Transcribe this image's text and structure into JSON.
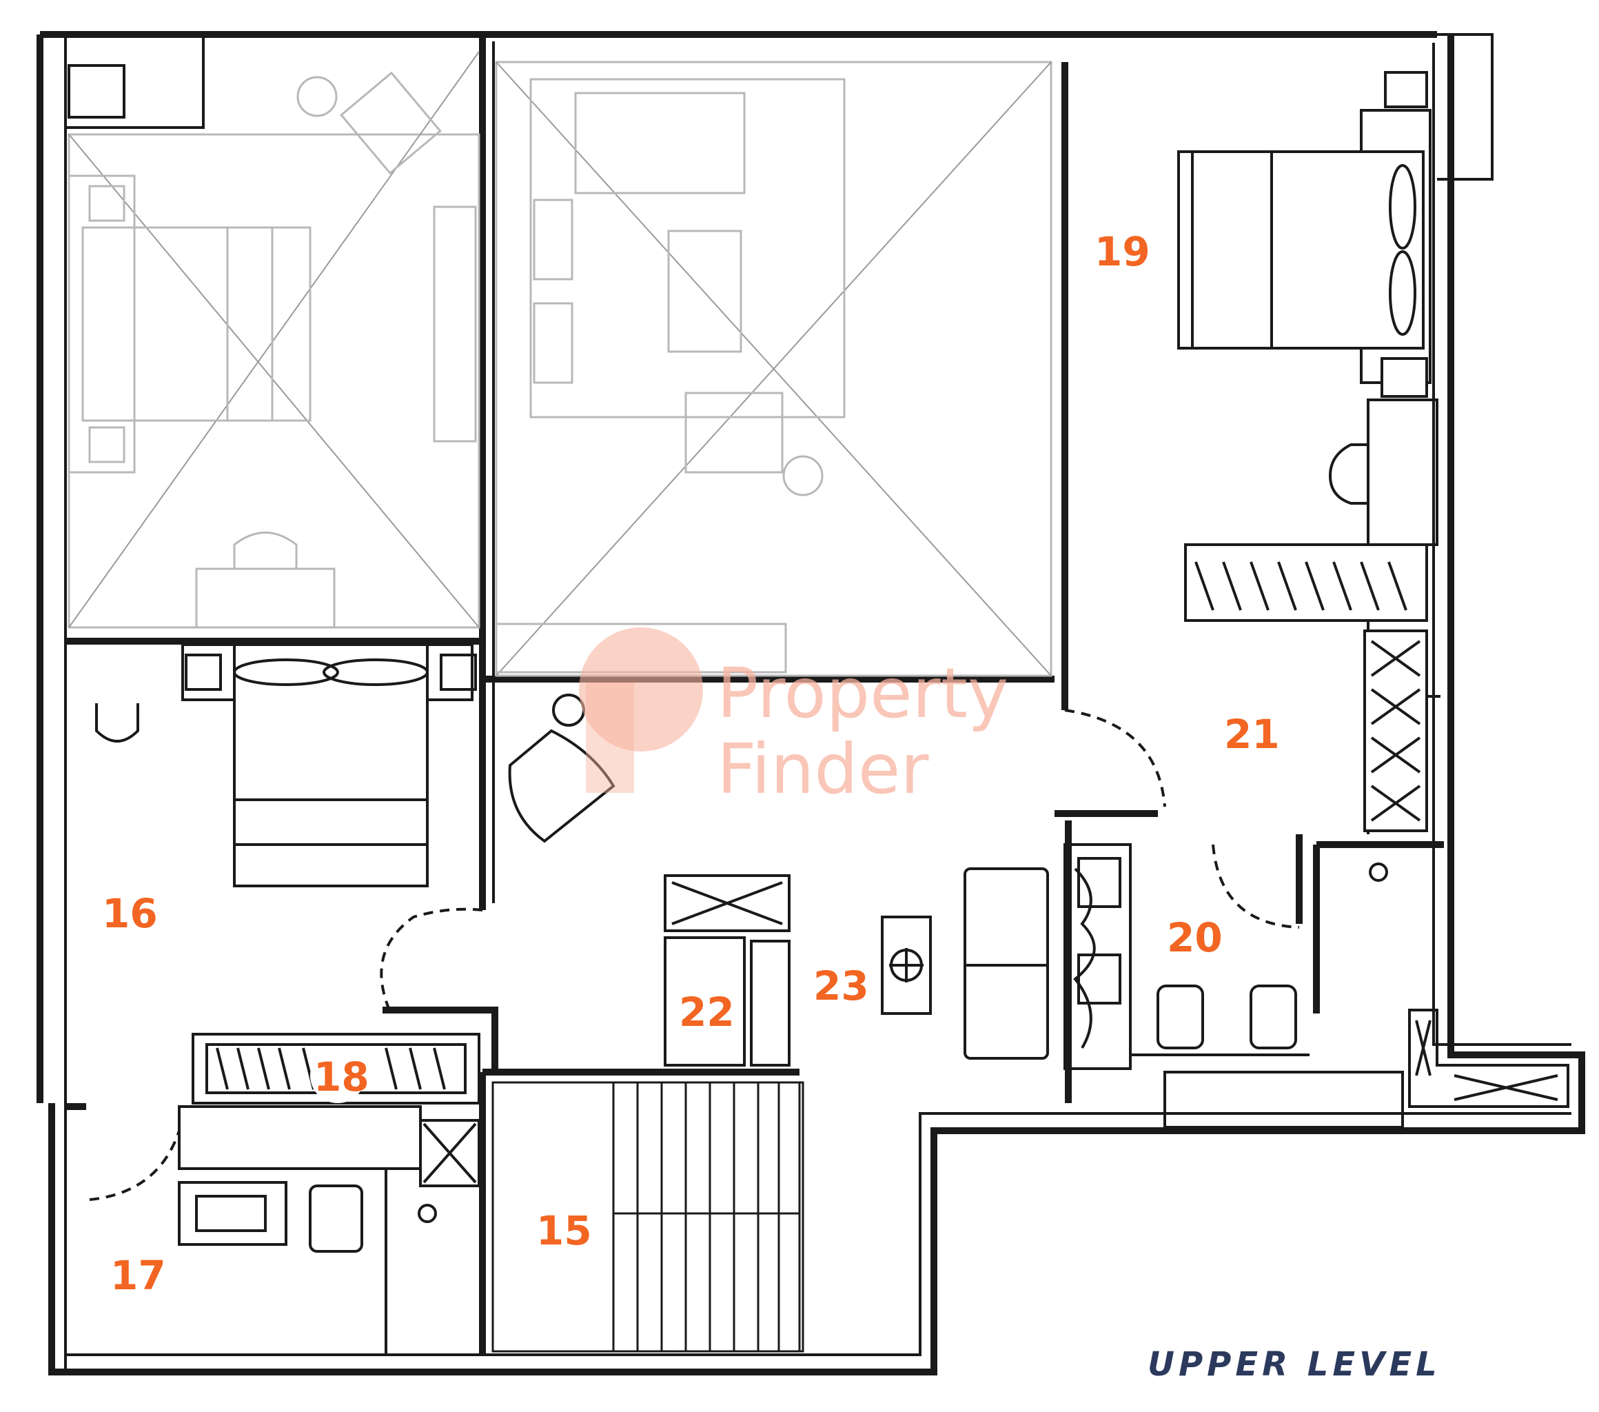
{
  "rooms": [
    {
      "number": "15"
    },
    {
      "number": "16"
    },
    {
      "number": "17"
    },
    {
      "number": "18"
    },
    {
      "number": "19"
    },
    {
      "number": "20"
    },
    {
      "number": "21"
    },
    {
      "number": "22"
    },
    {
      "number": "23"
    }
  ],
  "level_label": "UPPER LEVEL",
  "watermark": {
    "line1": "Property",
    "line2": "Finder"
  },
  "colors": {
    "room_numbers": "#f26522",
    "level_label": "#2b3a5c",
    "walls": "#1a1a1a",
    "watermark": "#f8b4a0"
  }
}
